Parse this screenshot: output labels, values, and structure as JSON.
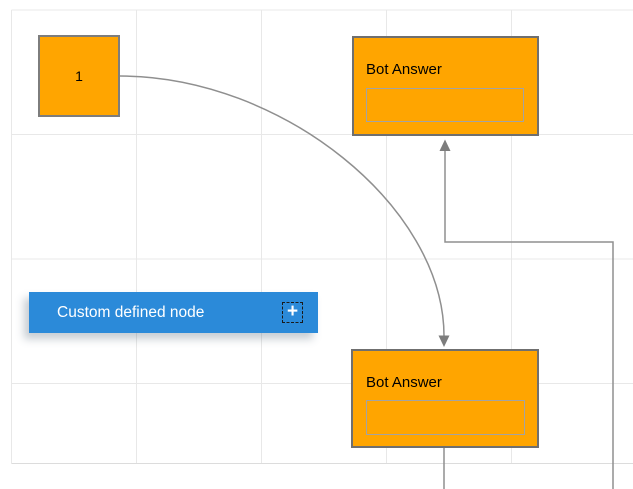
{
  "diagram": {
    "nodes": {
      "start": {
        "label": "1"
      },
      "bot_answer_top": {
        "title": "Bot Answer"
      },
      "bot_answer_bottom": {
        "title": "Bot Answer"
      },
      "custom": {
        "label": "Custom defined node"
      }
    },
    "icons": {
      "add": "+"
    },
    "colors": {
      "node_orange": "#FFA500",
      "node_blue": "#2B8AD9",
      "node_border_gray": "#6F6F6F",
      "connector_gray": "#8F8F8F",
      "grid_line": "#E8E8E8",
      "text_dark": "#000000",
      "text_light": "#FFFFFF"
    }
  }
}
